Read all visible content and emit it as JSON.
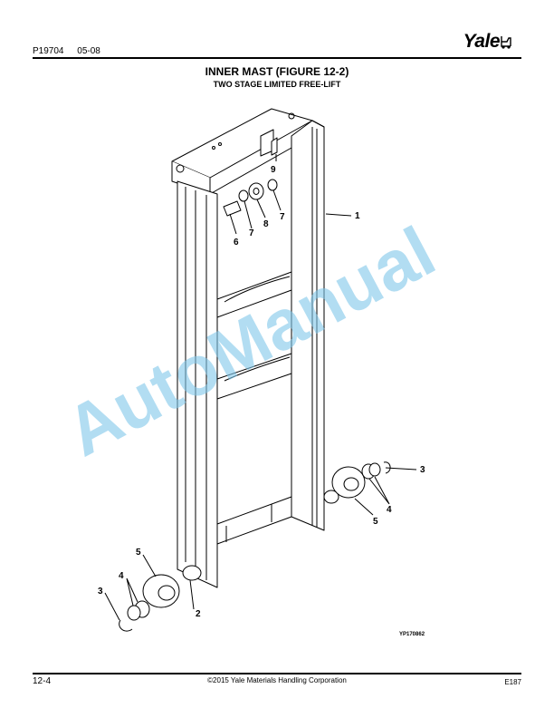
{
  "header": {
    "part_number": "P19704",
    "date": "05-08",
    "logo": "Yale"
  },
  "title": "INNER MAST (FIGURE 12-2)",
  "subtitle": "TWO STAGE LIMITED FREE-LIFT",
  "figure_id": "YP170862",
  "callouts": [
    "1",
    "2",
    "3",
    "3",
    "4",
    "4",
    "5",
    "5",
    "6",
    "7",
    "7",
    "8",
    "9"
  ],
  "watermark": "AutoManual",
  "footer": {
    "page": "12-4",
    "copyright": "©2015 Yale Materials Handling Corporation",
    "code": "E187"
  }
}
